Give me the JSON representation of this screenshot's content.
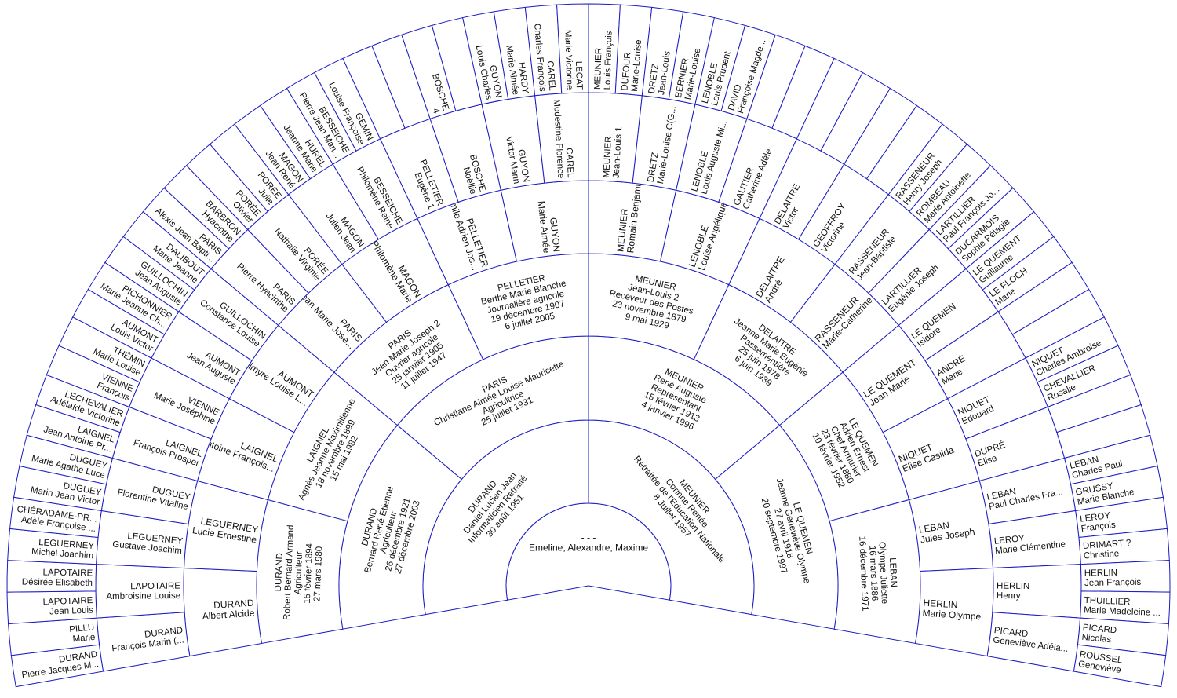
{
  "colors": {
    "line": "#1c1cc4",
    "text": "#111111",
    "background": "#ffffff"
  },
  "generations": [
    [
      {
        "lines": [
          "- - -",
          "Emeline, Alexandre, Maxime"
        ]
      }
    ],
    [
      {
        "lines": [
          "DURAND",
          "Daniel Lucien Jean",
          "Informaticien Retraité",
          "30 août 1951"
        ]
      },
      {
        "lines": [
          "MEUNIER",
          "Corinne Renée",
          "Retraitée de l'Education Nationale",
          "8 Juillet 1957"
        ]
      }
    ],
    [
      {
        "lines": [
          "DURAND",
          "Bernard René Etienne",
          "Agriculteur",
          "26 décembre 1921",
          "27 décembre 2003"
        ]
      },
      {
        "lines": [
          "PARIS",
          "Christiane Aimée Louise Mauricette",
          "Agricultrice",
          "25 juillet 1931"
        ]
      },
      {
        "lines": [
          "MEUNIER",
          "René Auguste",
          "Représentant",
          "15 février 1913",
          "4 janvier 1996"
        ]
      },
      {
        "lines": [
          "LE QUEMEN",
          "Jeanne Geneviève Olympe",
          "27 avril 1918",
          "20 septembre 1997"
        ]
      }
    ],
    [
      {
        "lines": [
          "DURAND",
          "Robert Bernard Armand",
          "Agriculteur",
          "15 février 1894",
          "27 mars 1980"
        ]
      },
      {
        "lines": [
          "LAIGNEL",
          "Agnès Jeanne Maximilienne",
          "18 novembre 1899",
          "15 mai 1982"
        ]
      },
      {
        "lines": [
          "PARIS",
          "Jean Marie Joseph 2",
          "Ouvrier agricole",
          "25 janvier 1905",
          "11 juillet 1947"
        ]
      },
      {
        "lines": [
          "PELLETIER",
          "Berthe Marie Blanche",
          "Journalière agricole",
          "19 décembre 1907",
          "6 juillet 2005"
        ]
      },
      {
        "lines": [
          "MEUNIER",
          "Jean-Louis 2",
          "Receveur des Postes",
          "23 novembre 1879",
          "9 mai 1929"
        ]
      },
      {
        "lines": [
          "DELAITRE",
          "Jeanne Marie Eugénie",
          "Passementière",
          "25 juin 1878",
          "6 juin 1939"
        ]
      },
      {
        "lines": [
          "LE QUEMEN",
          "Adrien Ernest",
          "Chef Armurier",
          "23 février 1880",
          "10 février 1952"
        ]
      },
      {
        "lines": [
          "LEBAN",
          "Olympe Juliette",
          "16 mars 1886",
          "16 décembre 1971"
        ]
      }
    ],
    [
      {
        "lines": [
          "DURAND",
          "Albert Alcide"
        ]
      },
      {
        "lines": [
          "LEGUERNEY",
          "Lucie Ernestine"
        ]
      },
      {
        "lines": [
          "LAIGNEL",
          "Antoine François..."
        ]
      },
      {
        "lines": [
          "AUMONT",
          "Palmyre Louise L..."
        ]
      },
      {
        "lines": [
          "PARIS",
          "Jean Marie Jose..."
        ]
      },
      {
        "lines": [
          "MAGON",
          "Philomène Marie"
        ]
      },
      {
        "lines": [
          "PELLETIER",
          "Emile Adrien Jos..."
        ]
      },
      {
        "lines": [
          "GUYON",
          "Marie Aimée"
        ]
      },
      {
        "lines": [
          "MEUNIER",
          "Romain Benjamin"
        ]
      },
      {
        "lines": [
          "LENOBLE",
          "Louise Angélique..."
        ]
      },
      {
        "lines": [
          "DELAITRE",
          "André"
        ]
      },
      {
        "lines": [
          "RASSENEUR",
          "Marie-Catherine"
        ]
      },
      {
        "lines": [
          "LE QUEMENT",
          "Jean Marie"
        ]
      },
      {
        "lines": [
          "NIQUET",
          "Elise Casilda"
        ]
      },
      {
        "lines": [
          "LEBAN",
          "Jules Joseph"
        ]
      },
      {
        "lines": [
          "HERLIN",
          "Marie Olympe"
        ]
      }
    ],
    [
      {
        "lines": [
          "DURAND",
          "François Marin (..."
        ]
      },
      {
        "lines": [
          "LAPOTAIRE",
          "Ambroisine Louise"
        ]
      },
      {
        "lines": [
          "LEGUERNEY",
          "Gustave Joachim"
        ]
      },
      {
        "lines": [
          "DUGUEY",
          "Florentine Vitaline"
        ]
      },
      {
        "lines": [
          "LAIGNEL",
          "François Prosper"
        ]
      },
      {
        "lines": [
          "VIENNE",
          "Marie Joséphine"
        ]
      },
      {
        "lines": [
          "AUMONT",
          "Jean Auguste"
        ]
      },
      {
        "lines": [
          "GUILLOCHIN",
          "Constance Louise"
        ]
      },
      {
        "lines": [
          "PARIS",
          "Pierre Hyacinthe"
        ]
      },
      {
        "lines": [
          "PORÉE",
          "Nathalie Virginie"
        ]
      },
      {
        "lines": [
          "MAGON",
          "Julien Jean"
        ]
      },
      {
        "lines": [
          "BESSEICHE",
          "Philomène Reine"
        ]
      },
      {
        "lines": [
          "PELLETIER",
          "Eugène 1"
        ]
      },
      {
        "lines": [
          "BOSCHE",
          "Noëllie"
        ]
      },
      {
        "lines": [
          "GUYON",
          "Victor Marin"
        ]
      },
      {
        "lines": [
          "CAREL",
          "Modestine Florence"
        ]
      },
      {
        "lines": [
          "MEUNIER",
          "Jean-Louis 1"
        ]
      },
      {
        "lines": [
          "DRETZ",
          "Marie-Louise C(G..."
        ]
      },
      {
        "lines": [
          "LENOBLE",
          "Louis Auguste Mi..."
        ]
      },
      {
        "lines": [
          "GAUTIER",
          "Catherine Adèle"
        ]
      },
      {
        "lines": [
          "DELAITRE",
          "Victor"
        ]
      },
      {
        "lines": [
          "GEOFFROY",
          "Victorine"
        ]
      },
      {
        "lines": [
          "RASSENEUR",
          "Jean-Baptiste"
        ]
      },
      {
        "lines": [
          "LARTILLIER",
          "Eugénie Joseph"
        ]
      },
      {
        "lines": [
          "LE QUEMEN",
          "Isidore"
        ]
      },
      {
        "lines": [
          "ANDRÉ",
          "Marie"
        ]
      },
      {
        "lines": [
          "NIQUET",
          "Edouard"
        ]
      },
      {
        "lines": [
          "DUPRÉ",
          "Elise"
        ]
      },
      {
        "lines": [
          "LEBAN",
          "Paul Charles Fra..."
        ]
      },
      {
        "lines": [
          "LEROY",
          "Marie Clémentine"
        ]
      },
      {
        "lines": [
          "HERLIN",
          "Henry"
        ]
      },
      {
        "lines": [
          "PICARD",
          "Geneviève Adéla..."
        ]
      }
    ],
    [
      {
        "lines": [
          "DURAND",
          "Pierre Jacques M..."
        ]
      },
      {
        "lines": [
          "PILLU",
          "Marie"
        ]
      },
      {
        "lines": [
          "LAPOTAIRE",
          "Jean Louis"
        ]
      },
      {
        "lines": [
          "LAPOTAIRE",
          "Désirée Elisabeth"
        ]
      },
      {
        "lines": [
          "LEGUERNEY",
          "Michel Joachim"
        ]
      },
      {
        "lines": [
          "CHÉRADAME-PR...",
          "Adèle Françoise ..."
        ]
      },
      {
        "lines": [
          "DUGUEY",
          "Marin Jean Victor"
        ]
      },
      {
        "lines": [
          "DUGUEY",
          "Marie Agathe Luce"
        ]
      },
      {
        "lines": [
          "LAIGNEL",
          "Jean Antoine Pr..."
        ]
      },
      {
        "lines": [
          "LECHEVALIER",
          "Adélaïde Victorine"
        ]
      },
      {
        "lines": [
          "VIENNE",
          "François"
        ]
      },
      {
        "lines": [
          "THÉMIN",
          "Marie Louise"
        ]
      },
      {
        "lines": [
          "AUMONT",
          "Louis Victor"
        ]
      },
      {
        "lines": [
          "PICHONNIER",
          "Marie Jeanne Ch..."
        ]
      },
      {
        "lines": [
          "GUILLOCHIN",
          "Jean Auguste"
        ]
      },
      {
        "lines": [
          "DALIBOUT",
          "Marie Jeanne"
        ]
      },
      {
        "lines": [
          "PARIS",
          "Alexis Jean Bapti..."
        ]
      },
      {
        "lines": [
          "BARBRON",
          "Hyacinthe"
        ]
      },
      {
        "lines": [
          "PORÉE",
          "Olivier"
        ]
      },
      {
        "lines": [
          "PORÉE",
          "Julie"
        ]
      },
      {
        "lines": [
          "MAGON",
          "Jean René"
        ]
      },
      {
        "lines": [
          "HUREL",
          "Jeanne Marie"
        ]
      },
      {
        "lines": [
          "BESSEICHE",
          "Pierre Jean Mari..."
        ]
      },
      {
        "lines": [
          "GEMIN",
          "Louise Françoise"
        ]
      },
      {
        "lines": []
      },
      {
        "lines": []
      },
      {
        "lines": [
          "BOSCHE",
          "4"
        ]
      },
      {
        "lines": []
      },
      {
        "lines": [
          "GUYON",
          "Louis Charles"
        ]
      },
      {
        "lines": [
          "HARDY",
          "Marie Aimée"
        ]
      },
      {
        "lines": [
          "CAREL",
          "Charles François"
        ]
      },
      {
        "lines": [
          "LECAT",
          "Marie Victorine"
        ]
      },
      {
        "lines": [
          "MEUNIER",
          "Louis François"
        ]
      },
      {
        "lines": [
          "DUFOUR",
          "Marie-Louise"
        ]
      },
      {
        "lines": [
          "DRETZ",
          "Jean-Louis"
        ]
      },
      {
        "lines": [
          "BERNIER",
          "Marie-Louise"
        ]
      },
      {
        "lines": [
          "LENOBLE",
          "Louis Prudent"
        ]
      },
      {
        "lines": [
          "DAVID",
          "Françoise Magde..."
        ]
      },
      {
        "lines": []
      },
      {
        "lines": []
      },
      {
        "lines": []
      },
      {
        "lines": []
      },
      {
        "lines": []
      },
      {
        "lines": []
      },
      {
        "lines": [
          "RASSENEUR",
          "Henry Joseph"
        ]
      },
      {
        "lines": [
          "ROMBEAU",
          "Marie Antoinette"
        ]
      },
      {
        "lines": [
          "LARTILLIER",
          "Paul François Jo..."
        ]
      },
      {
        "lines": [
          "DUCARMOIS",
          "Sophie Pélagie"
        ]
      },
      {
        "lines": [
          "LE QUEMENT",
          "Guillaume"
        ]
      },
      {
        "lines": [
          "LE FLOCH",
          "Marie"
        ]
      },
      {
        "lines": []
      },
      {
        "lines": []
      },
      {
        "lines": [
          "NIQUET",
          "Charles Ambroise"
        ]
      },
      {
        "lines": [
          "CHEVALLIER",
          "Rosalie"
        ]
      },
      {
        "lines": []
      },
      {
        "lines": []
      },
      {
        "lines": [
          "LEBAN",
          "Charles Paul"
        ]
      },
      {
        "lines": [
          "GRUSSY",
          "Marie Blanche"
        ]
      },
      {
        "lines": [
          "LEROY",
          "François"
        ]
      },
      {
        "lines": [
          "DRIMART ?",
          "Christine"
        ]
      },
      {
        "lines": [
          "HERLIN",
          "Jean François"
        ]
      },
      {
        "lines": [
          "THUILLIER",
          "Marie Madeleine ..."
        ]
      },
      {
        "lines": [
          "PICARD",
          "Nicolas"
        ]
      },
      {
        "lines": [
          "ROUSSEL",
          "Geneviève"
        ]
      }
    ]
  ]
}
